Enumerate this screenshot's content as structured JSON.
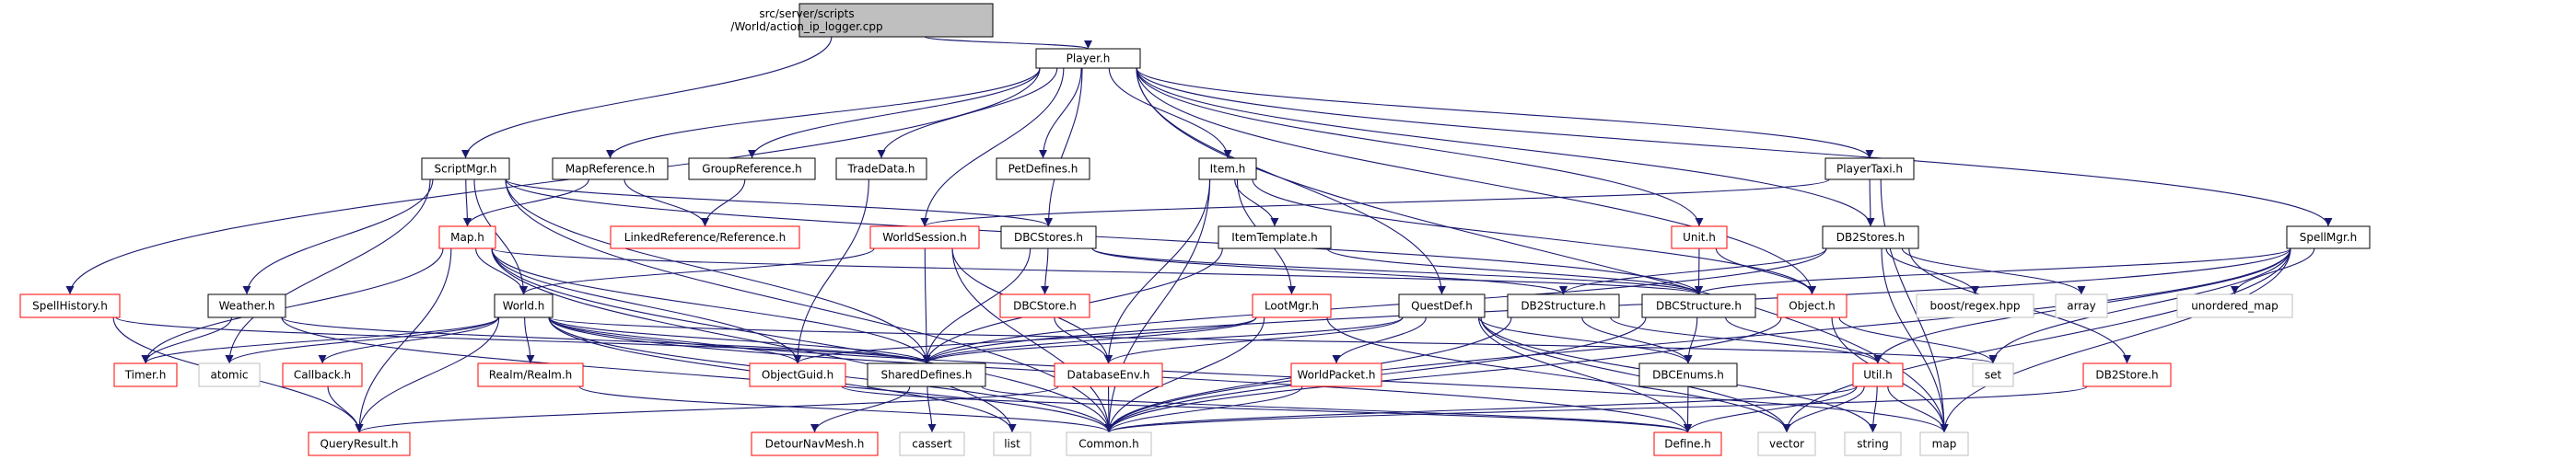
{
  "title": "Include dependency graph for action_ip_logger.cpp",
  "colors": {
    "edge": "#191970",
    "normal_border": "#000000",
    "incomplete_border": "#ff0000",
    "external_border": "#bfbfbf",
    "root_fill": "#bfbfbf"
  },
  "nodes": [
    {
      "id": "root",
      "label": [
        "src/server/scripts",
        "/World/action_ip_logger.cpp"
      ],
      "kind": "root"
    },
    {
      "id": "player",
      "label": [
        "Player.h"
      ],
      "kind": "normal"
    },
    {
      "id": "scriptmgr",
      "label": [
        "ScriptMgr.h"
      ],
      "kind": "normal"
    },
    {
      "id": "mapref",
      "label": [
        "MapReference.h"
      ],
      "kind": "normal"
    },
    {
      "id": "groupref",
      "label": [
        "GroupReference.h"
      ],
      "kind": "normal"
    },
    {
      "id": "tradedata",
      "label": [
        "TradeData.h"
      ],
      "kind": "normal"
    },
    {
      "id": "petdefines",
      "label": [
        "PetDefines.h"
      ],
      "kind": "normal"
    },
    {
      "id": "item",
      "label": [
        "Item.h"
      ],
      "kind": "normal"
    },
    {
      "id": "playertaxi",
      "label": [
        "PlayerTaxi.h"
      ],
      "kind": "normal"
    },
    {
      "id": "worldsession",
      "label": [
        "WorldSession.h"
      ],
      "kind": "red"
    },
    {
      "id": "dbcstores",
      "label": [
        "DBCStores.h"
      ],
      "kind": "normal"
    },
    {
      "id": "itemtemplate",
      "label": [
        "ItemTemplate.h"
      ],
      "kind": "normal"
    },
    {
      "id": "unit",
      "label": [
        "Unit.h"
      ],
      "kind": "red"
    },
    {
      "id": "db2stores",
      "label": [
        "DB2Stores.h"
      ],
      "kind": "normal"
    },
    {
      "id": "spellmgr",
      "label": [
        "SpellMgr.h"
      ],
      "kind": "normal"
    },
    {
      "id": "map_h",
      "label": [
        "Map.h"
      ],
      "kind": "red"
    },
    {
      "id": "linkedref",
      "label": [
        "LinkedReference/Reference.h"
      ],
      "kind": "red"
    },
    {
      "id": "spellhistory",
      "label": [
        "SpellHistory.h"
      ],
      "kind": "red"
    },
    {
      "id": "weather",
      "label": [
        "Weather.h"
      ],
      "kind": "normal"
    },
    {
      "id": "world",
      "label": [
        "World.h"
      ],
      "kind": "normal"
    },
    {
      "id": "dbcstore",
      "label": [
        "DBCStore.h"
      ],
      "kind": "red"
    },
    {
      "id": "lootmgr",
      "label": [
        "LootMgr.h"
      ],
      "kind": "red"
    },
    {
      "id": "questdef",
      "label": [
        "QuestDef.h"
      ],
      "kind": "normal"
    },
    {
      "id": "db2structure",
      "label": [
        "DB2Structure.h"
      ],
      "kind": "normal"
    },
    {
      "id": "dbcstructure",
      "label": [
        "DBCStructure.h"
      ],
      "kind": "normal"
    },
    {
      "id": "object",
      "label": [
        "Object.h"
      ],
      "kind": "red"
    },
    {
      "id": "boostregex",
      "label": [
        "boost/regex.hpp"
      ],
      "kind": "gray"
    },
    {
      "id": "array",
      "label": [
        "array"
      ],
      "kind": "gray"
    },
    {
      "id": "unorderedmap",
      "label": [
        "unordered_map"
      ],
      "kind": "gray"
    },
    {
      "id": "timer",
      "label": [
        "Timer.h"
      ],
      "kind": "red"
    },
    {
      "id": "atomic",
      "label": [
        "atomic"
      ],
      "kind": "gray"
    },
    {
      "id": "callback",
      "label": [
        "Callback.h"
      ],
      "kind": "red"
    },
    {
      "id": "realm",
      "label": [
        "Realm/Realm.h"
      ],
      "kind": "red"
    },
    {
      "id": "objectguid",
      "label": [
        "ObjectGuid.h"
      ],
      "kind": "red"
    },
    {
      "id": "shareddefines",
      "label": [
        "SharedDefines.h"
      ],
      "kind": "normal"
    },
    {
      "id": "databaseenv",
      "label": [
        "DatabaseEnv.h"
      ],
      "kind": "red"
    },
    {
      "id": "worldpacket",
      "label": [
        "WorldPacket.h"
      ],
      "kind": "red"
    },
    {
      "id": "dbcenums",
      "label": [
        "DBCEnums.h"
      ],
      "kind": "normal"
    },
    {
      "id": "util",
      "label": [
        "Util.h"
      ],
      "kind": "red"
    },
    {
      "id": "set",
      "label": [
        "set"
      ],
      "kind": "gray"
    },
    {
      "id": "db2store",
      "label": [
        "DB2Store.h"
      ],
      "kind": "red"
    },
    {
      "id": "queryresult",
      "label": [
        "QueryResult.h"
      ],
      "kind": "red"
    },
    {
      "id": "detournavmesh",
      "label": [
        "DetourNavMesh.h"
      ],
      "kind": "red"
    },
    {
      "id": "cassert",
      "label": [
        "cassert"
      ],
      "kind": "gray"
    },
    {
      "id": "list",
      "label": [
        "list"
      ],
      "kind": "gray"
    },
    {
      "id": "common",
      "label": [
        "Common.h"
      ],
      "kind": "gray"
    },
    {
      "id": "define",
      "label": [
        "Define.h"
      ],
      "kind": "red"
    },
    {
      "id": "vector",
      "label": [
        "vector"
      ],
      "kind": "gray"
    },
    {
      "id": "string",
      "label": [
        "string"
      ],
      "kind": "gray"
    },
    {
      "id": "map",
      "label": [
        "map"
      ],
      "kind": "gray"
    }
  ],
  "edges": [
    [
      "root",
      "player"
    ],
    [
      "root",
      "scriptmgr"
    ],
    [
      "player",
      "mapref"
    ],
    [
      "player",
      "groupref"
    ],
    [
      "player",
      "tradedata"
    ],
    [
      "player",
      "petdefines"
    ],
    [
      "player",
      "item"
    ],
    [
      "player",
      "playertaxi"
    ],
    [
      "player",
      "worldsession"
    ],
    [
      "player",
      "dbcstores"
    ],
    [
      "player",
      "unit"
    ],
    [
      "player",
      "db2stores"
    ],
    [
      "player",
      "spellmgr"
    ],
    [
      "player",
      "spellhistory"
    ],
    [
      "player",
      "questdef"
    ],
    [
      "player",
      "object"
    ],
    [
      "player",
      "map"
    ],
    [
      "scriptmgr",
      "map_h"
    ],
    [
      "scriptmgr",
      "weather"
    ],
    [
      "scriptmgr",
      "world"
    ],
    [
      "scriptmgr",
      "shareddefines"
    ],
    [
      "scriptmgr",
      "dbcstores"
    ],
    [
      "scriptmgr",
      "atomic"
    ],
    [
      "scriptmgr",
      "common"
    ],
    [
      "scriptmgr",
      "dbcstructure"
    ],
    [
      "mapref",
      "map_h"
    ],
    [
      "mapref",
      "linkedref"
    ],
    [
      "groupref",
      "linkedref"
    ],
    [
      "tradedata",
      "objectguid"
    ],
    [
      "item",
      "itemtemplate"
    ],
    [
      "item",
      "lootmgr"
    ],
    [
      "item",
      "object"
    ],
    [
      "item",
      "common"
    ],
    [
      "item",
      "databaseenv"
    ],
    [
      "playertaxi",
      "db2stores"
    ],
    [
      "playertaxi",
      "worldsession"
    ],
    [
      "playertaxi",
      "map"
    ],
    [
      "worldsession",
      "world"
    ],
    [
      "worldsession",
      "shareddefines"
    ],
    [
      "worldsession",
      "databaseenv"
    ],
    [
      "worldsession",
      "common"
    ],
    [
      "dbcstores",
      "dbcstore"
    ],
    [
      "dbcstores",
      "shareddefines"
    ],
    [
      "dbcstores",
      "dbcstructure"
    ],
    [
      "dbcstores",
      "db2structure"
    ],
    [
      "itemtemplate",
      "shareddefines"
    ],
    [
      "itemtemplate",
      "dbcstructure"
    ],
    [
      "unit",
      "object"
    ],
    [
      "unit",
      "dbcstructure"
    ],
    [
      "db2stores",
      "db2structure"
    ],
    [
      "db2stores",
      "shareddefines"
    ],
    [
      "db2stores",
      "boostregex"
    ],
    [
      "db2stores",
      "array"
    ],
    [
      "db2stores",
      "db2store"
    ],
    [
      "db2stores",
      "map"
    ],
    [
      "spellmgr",
      "unorderedmap"
    ],
    [
      "spellmgr",
      "shareddefines"
    ],
    [
      "spellmgr",
      "dbcstructure"
    ],
    [
      "spellmgr",
      "util"
    ],
    [
      "spellmgr",
      "set"
    ],
    [
      "spellmgr",
      "vector"
    ],
    [
      "spellmgr",
      "map"
    ],
    [
      "spellmgr",
      "common"
    ],
    [
      "map_h",
      "world"
    ],
    [
      "map_h",
      "timer"
    ],
    [
      "map_h",
      "objectguid"
    ],
    [
      "map_h",
      "shareddefines"
    ],
    [
      "map_h",
      "dbcstructure"
    ],
    [
      "map_h",
      "list"
    ],
    [
      "map_h",
      "queryresult"
    ],
    [
      "map_h",
      "common"
    ],
    [
      "spellhistory",
      "shareddefines"
    ],
    [
      "spellhistory",
      "queryresult"
    ],
    [
      "weather",
      "timer"
    ],
    [
      "weather",
      "shareddefines"
    ],
    [
      "weather",
      "common"
    ],
    [
      "world",
      "timer"
    ],
    [
      "world",
      "atomic"
    ],
    [
      "world",
      "callback"
    ],
    [
      "world",
      "realm"
    ],
    [
      "world",
      "queryresult"
    ],
    [
      "world",
      "objectguid"
    ],
    [
      "world",
      "shareddefines"
    ],
    [
      "world",
      "common"
    ],
    [
      "world",
      "list"
    ],
    [
      "world",
      "set"
    ],
    [
      "world",
      "map"
    ],
    [
      "world",
      "define"
    ],
    [
      "dbcstore",
      "databaseenv"
    ],
    [
      "lootmgr",
      "shareddefines"
    ],
    [
      "lootmgr",
      "common"
    ],
    [
      "lootmgr",
      "objectguid"
    ],
    [
      "lootmgr",
      "vector"
    ],
    [
      "questdef",
      "shareddefines"
    ],
    [
      "questdef",
      "worldpacket"
    ],
    [
      "questdef",
      "databaseenv"
    ],
    [
      "questdef",
      "define"
    ],
    [
      "questdef",
      "vector"
    ],
    [
      "questdef",
      "dbcenums"
    ],
    [
      "questdef",
      "string"
    ],
    [
      "db2structure",
      "dbcenums"
    ],
    [
      "db2structure",
      "common"
    ],
    [
      "db2structure",
      "util"
    ],
    [
      "dbcstructure",
      "dbcenums"
    ],
    [
      "dbcstructure",
      "util"
    ],
    [
      "dbcstructure",
      "common"
    ],
    [
      "object",
      "set"
    ],
    [
      "object",
      "common"
    ],
    [
      "object",
      "map"
    ],
    [
      "callback",
      "queryresult"
    ],
    [
      "realm",
      "common"
    ],
    [
      "objectguid",
      "define"
    ],
    [
      "shareddefines",
      "detournavmesh"
    ],
    [
      "shareddefines",
      "cassert"
    ],
    [
      "shareddefines",
      "define"
    ],
    [
      "databaseenv",
      "common"
    ],
    [
      "databaseenv",
      "queryresult"
    ],
    [
      "worldpacket",
      "common"
    ],
    [
      "dbcenums",
      "define"
    ],
    [
      "util",
      "common"
    ],
    [
      "util",
      "define"
    ],
    [
      "util",
      "vector"
    ],
    [
      "util",
      "string"
    ],
    [
      "util",
      "map"
    ],
    [
      "db2store",
      "common"
    ]
  ]
}
